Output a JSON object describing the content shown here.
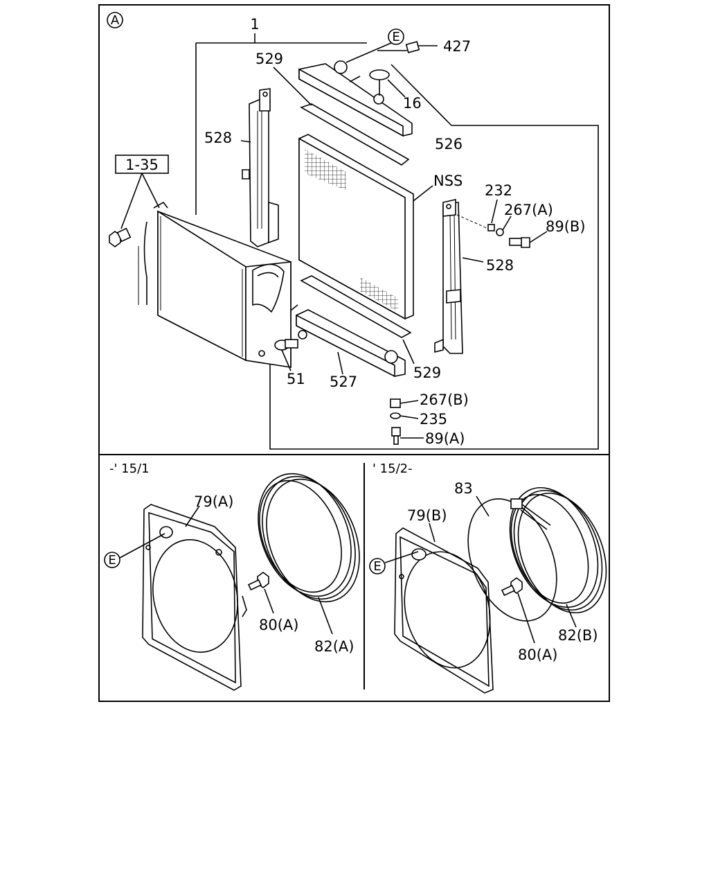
{
  "section_labels": {
    "top": "A",
    "bottom_left": "-' 15/1",
    "bottom_right": "' 15/2-"
  },
  "callout_letter": "E",
  "top_labels": {
    "l1": "1",
    "l529a": "529",
    "l427": "427",
    "l16": "16",
    "l528a": "528",
    "l526": "526",
    "l135": "1-35",
    "lnss": "NSS",
    "l232": "232",
    "l267a": "267(A)",
    "l89b": "89(B)",
    "l528b": "528",
    "l529b": "529",
    "l51": "51",
    "l527": "527",
    "l267b": "267(B)",
    "l235": "235",
    "l89a": "89(A)"
  },
  "left_labels": {
    "l79a": "79(A)",
    "l80a": "80(A)",
    "l82a": "82(A)"
  },
  "right_labels": {
    "l83": "83",
    "l79b": "79(B)",
    "l80a": "80(A)",
    "l82b": "82(B)"
  }
}
